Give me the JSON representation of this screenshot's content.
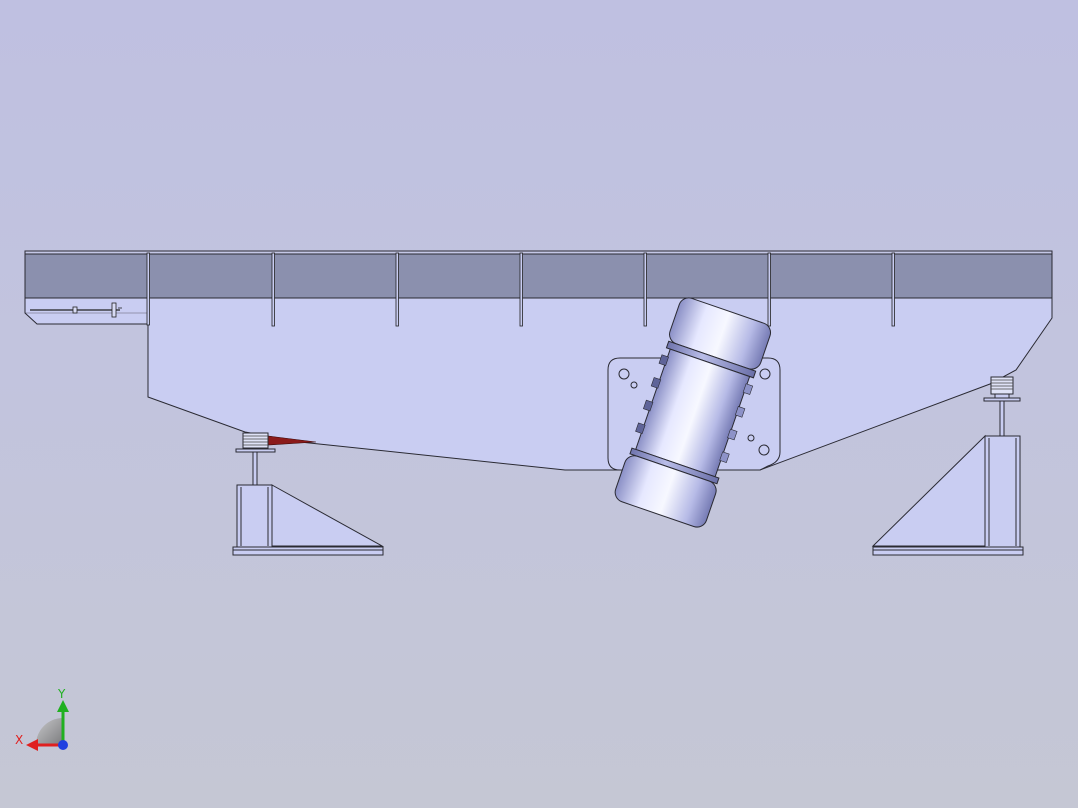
{
  "viewport": {
    "view": "front",
    "triad": {
      "x_label": "X",
      "y_label": "Y",
      "x_color": "#e02020",
      "y_color": "#20b020",
      "z_color": "#2040e0"
    }
  },
  "model": {
    "body_color": "#c9cdf2",
    "trough_band_color": "#8b90ae",
    "motor_color": "#e9ebff",
    "damper_color": "#8b1a1a"
  },
  "icons": {
    "triad": "reference-triad-icon",
    "x_axis": "x-axis-arrow-icon",
    "y_axis": "y-axis-arrow-icon",
    "z_axis": "z-axis-dot-icon"
  }
}
